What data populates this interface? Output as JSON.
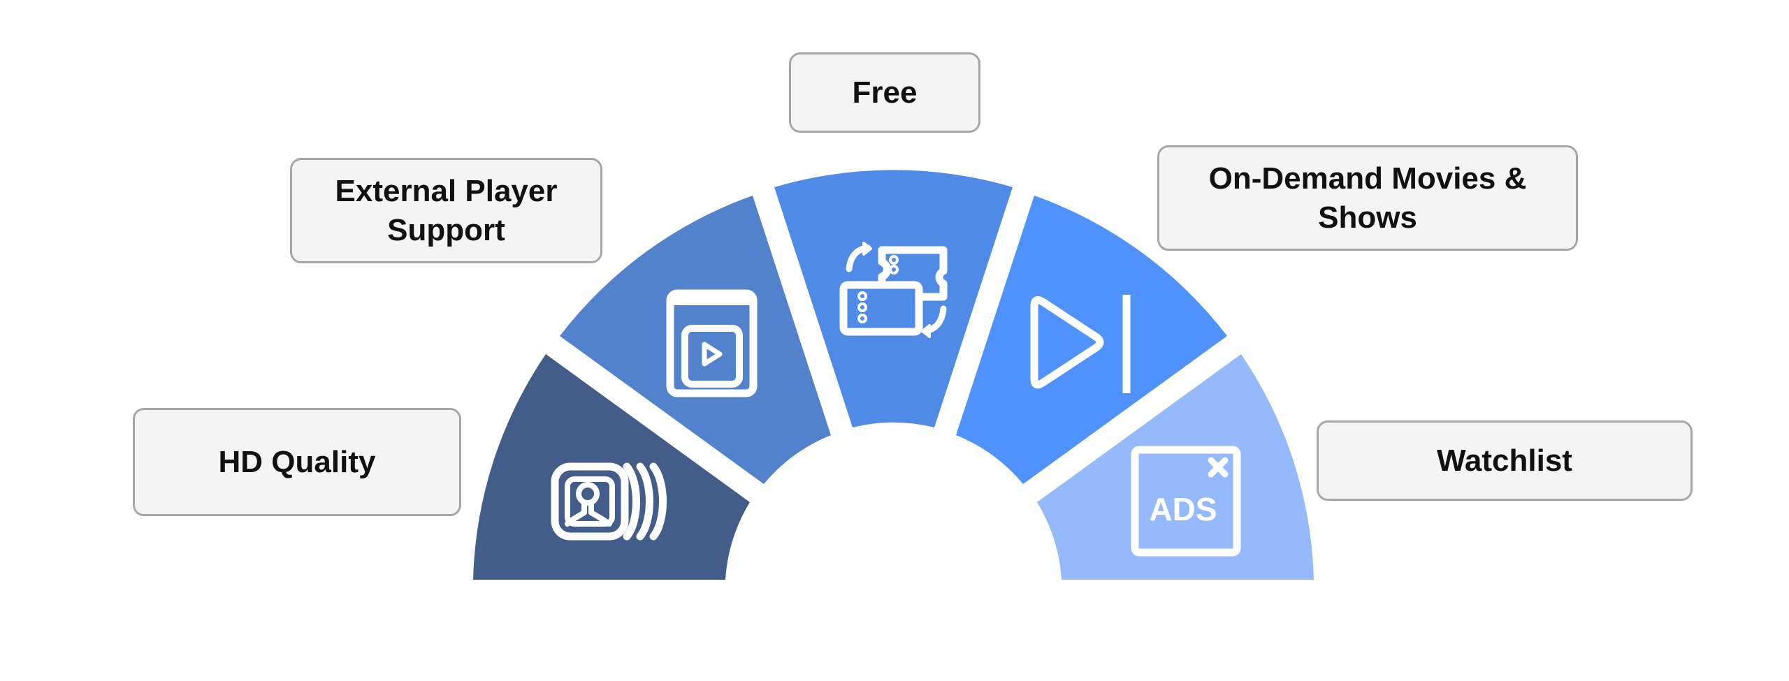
{
  "segments": [
    {
      "label": "HD Quality",
      "color": "#425d8a",
      "icon": "surround-sound-user-icon"
    },
    {
      "label": "External Player Support",
      "color": "#5282cc",
      "icon": "video-player-window-icon"
    },
    {
      "label": "Free",
      "color": "#4e8ae6",
      "icon": "ticket-exchange-icon"
    },
    {
      "label": "On-Demand Movies & Shows",
      "color": "#4f92fb",
      "icon": "play-next-icon"
    },
    {
      "label": "Watchlist",
      "color": "#94bafb",
      "icon": "ads-block-window-icon"
    }
  ],
  "colors": {
    "box_fill": "#f4f4f4",
    "box_border": "#a6a6a6",
    "icon": "#ffffff"
  }
}
